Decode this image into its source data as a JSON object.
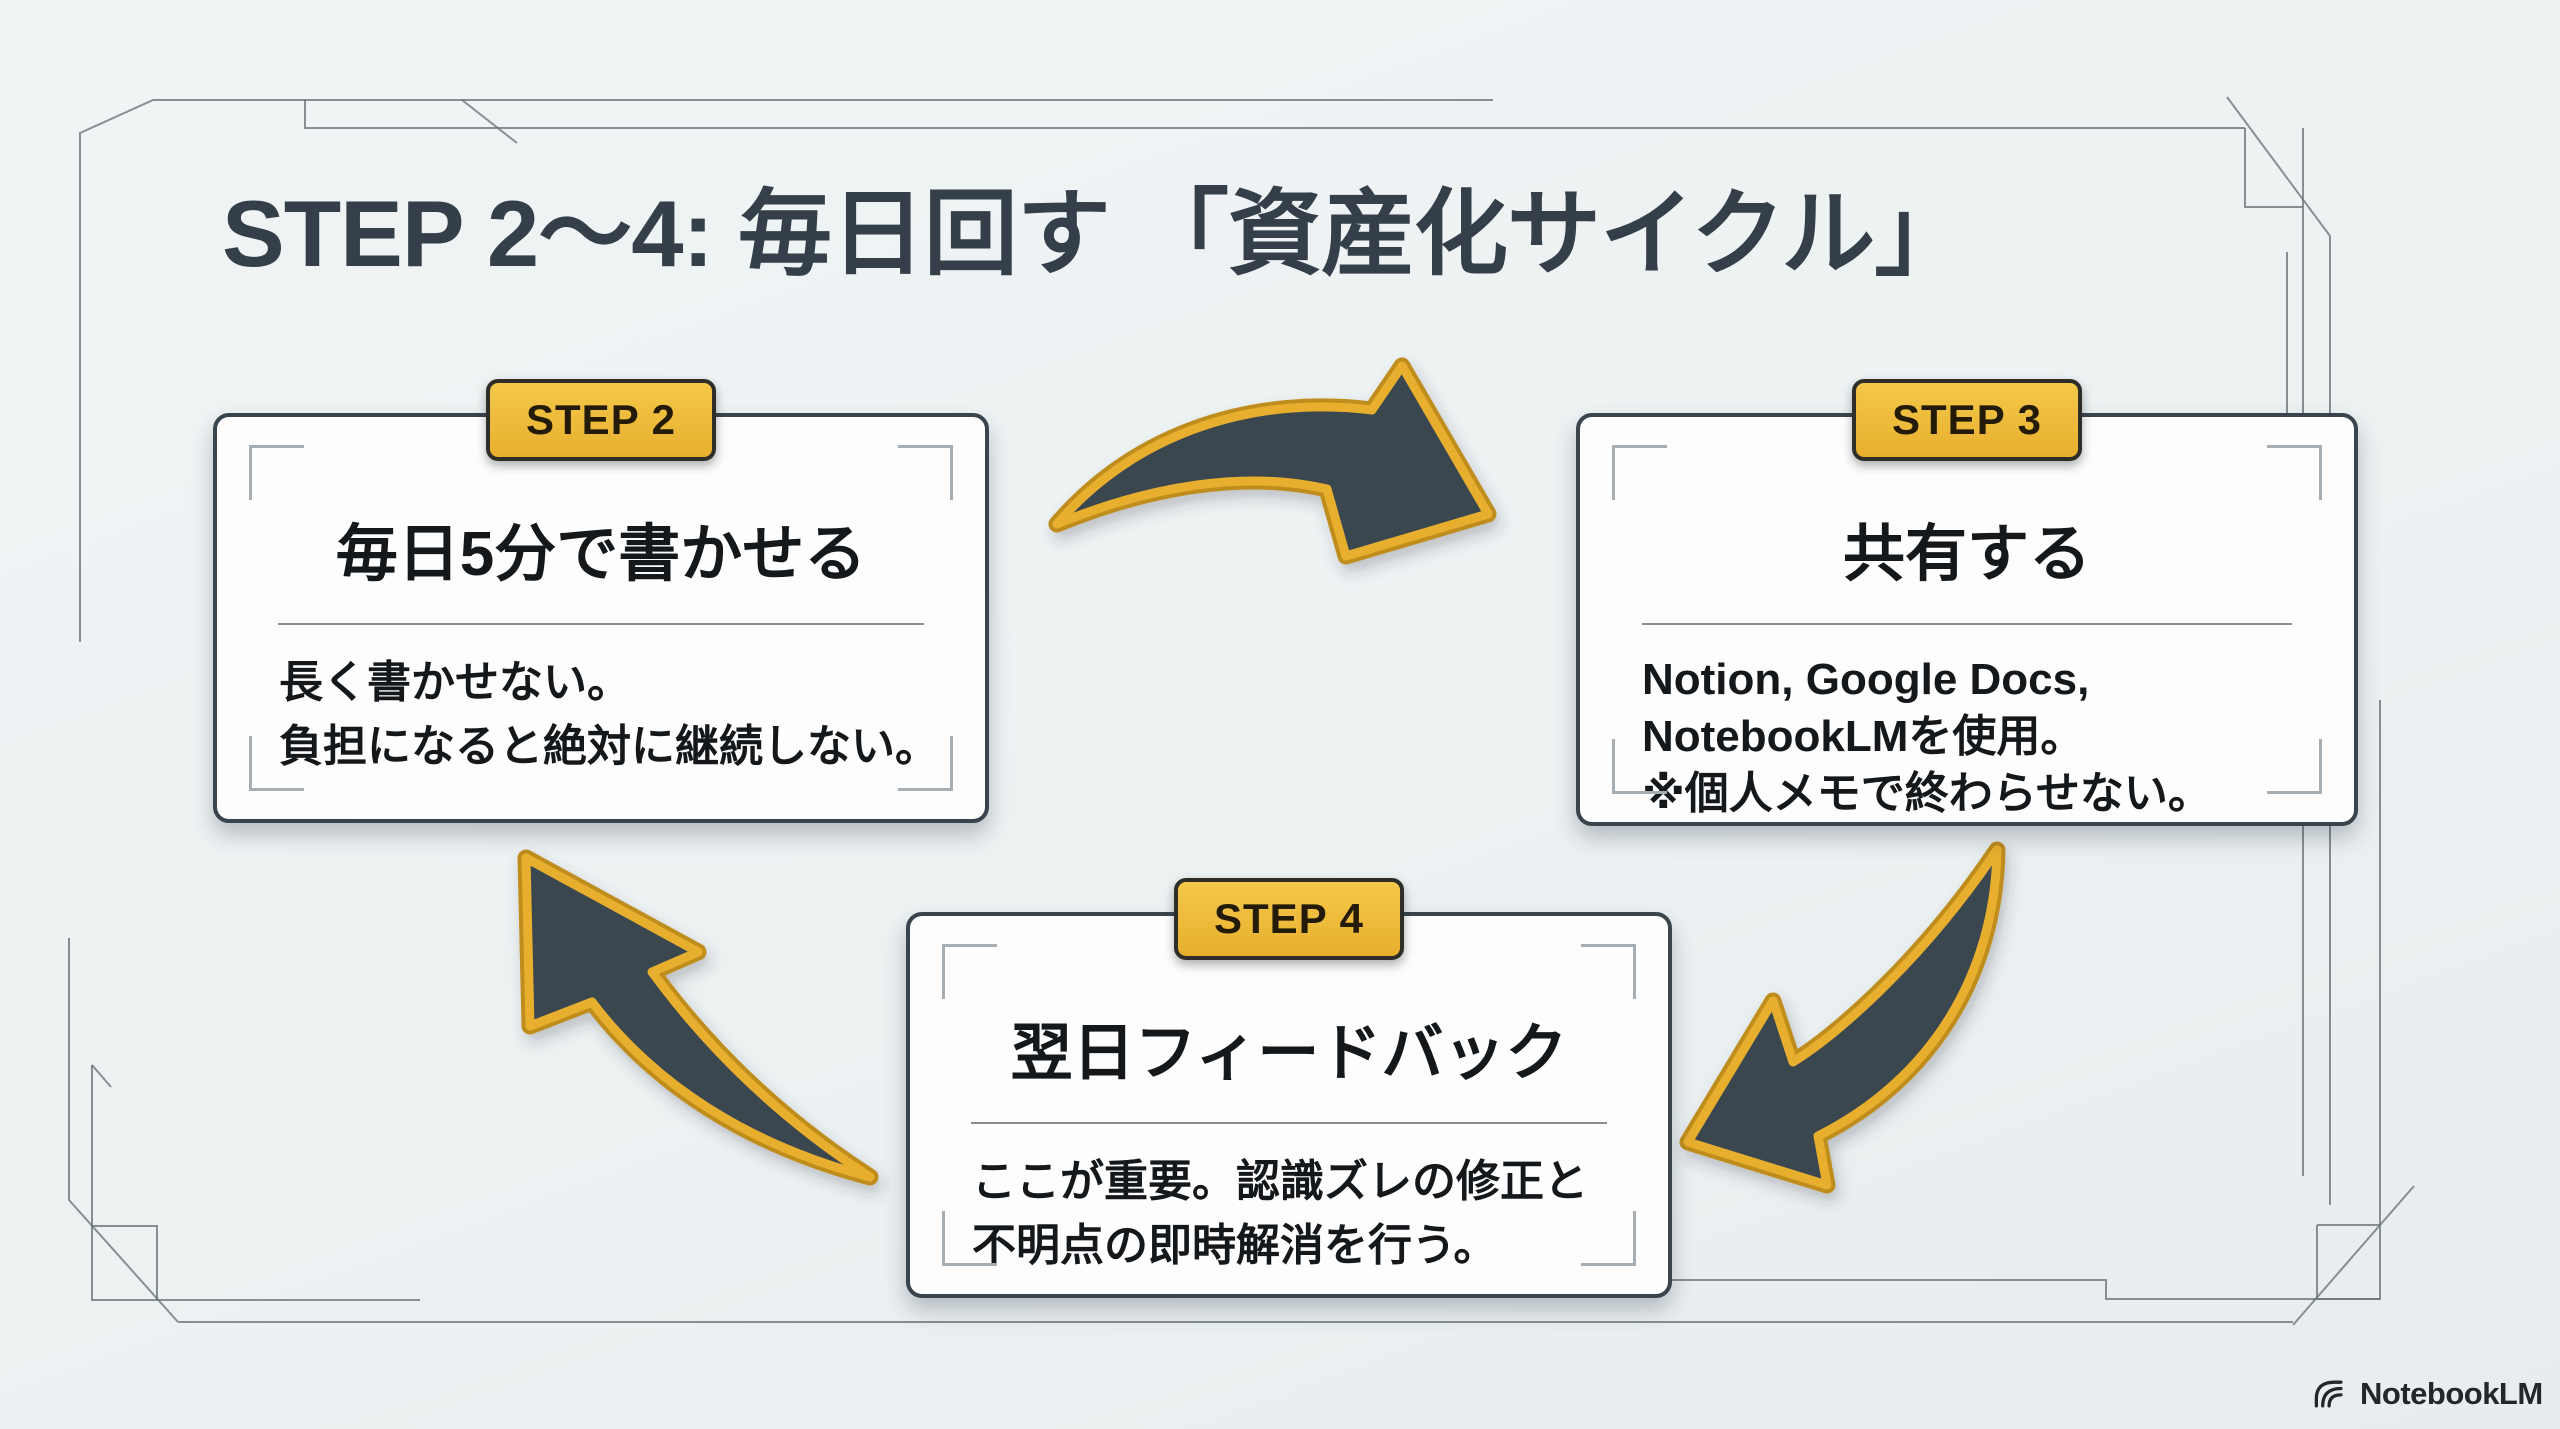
{
  "page": {
    "title": "STEP 2〜4: 毎日回す 「資産化サイクル」"
  },
  "steps": [
    {
      "badge": "STEP 2",
      "title": "毎日5分で書かせる",
      "body_lines": [
        "長く書かせない。",
        "負担になると絶対に継続しない。"
      ]
    },
    {
      "badge": "STEP 3",
      "title": "共有する",
      "body_lines": [
        "Notion, Google Docs,",
        "NotebookLMを使用。",
        "※個人メモで終わらせない。"
      ]
    },
    {
      "badge": "STEP 4",
      "title": "翌日フィードバック",
      "body_lines": [
        "ここが重要。認識ズレの修正と",
        "不明点の即時解消を行う。"
      ]
    }
  ],
  "footer": {
    "logo_text": "NotebookLM",
    "logo_icon": "notebooklm-arcs-icon"
  },
  "colors": {
    "background": "#ECF1F2",
    "card_bg": "#FDFDFD",
    "card_border": "#39444C",
    "accent_gold": "#E8AF2E",
    "accent_gold_dark": "#BF8D1E",
    "arrow_fill": "#3A4650",
    "text_dark": "#15181B",
    "title_color": "#343F49",
    "frame_line": "#6E757A",
    "divider": "#878E93",
    "bracket": "#A7AEB3",
    "badge_text": "#241B07"
  }
}
